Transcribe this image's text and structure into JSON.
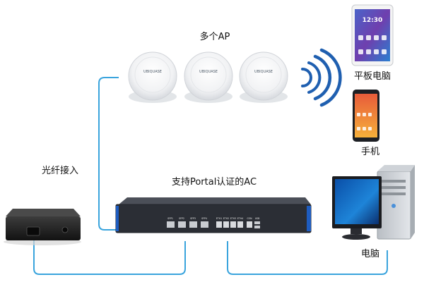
{
  "labels": {
    "ap_group": "多个AP",
    "tablet": "平板电脑",
    "phone": "手机",
    "fiber": "光纤接入",
    "controller": "支持Portal认证的AC",
    "pc": "电脑"
  },
  "ap_brand": "UBIQUASE",
  "ac_port_labels": [
    "SFP1",
    "SFP2",
    "SFP3",
    "SFP4",
    "ETH1",
    "ETH2",
    "ETH3",
    "ETH4",
    "CON",
    "USB"
  ],
  "colors": {
    "link_line": "#3aa4dd",
    "wifi_waves": "#1f5fb0",
    "ac_body": "#2b2e35"
  }
}
